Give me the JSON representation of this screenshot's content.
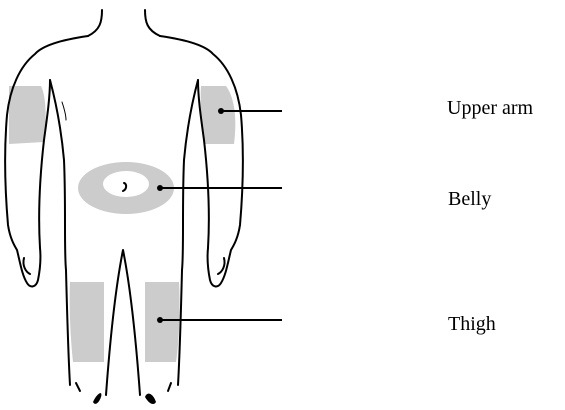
{
  "labels": {
    "upper_arm": "Upper arm",
    "belly": "Belly",
    "thigh": "Thigh"
  },
  "colors": {
    "injection_zone": "#cccccc",
    "outline": "#000000",
    "background": "#ffffff"
  }
}
